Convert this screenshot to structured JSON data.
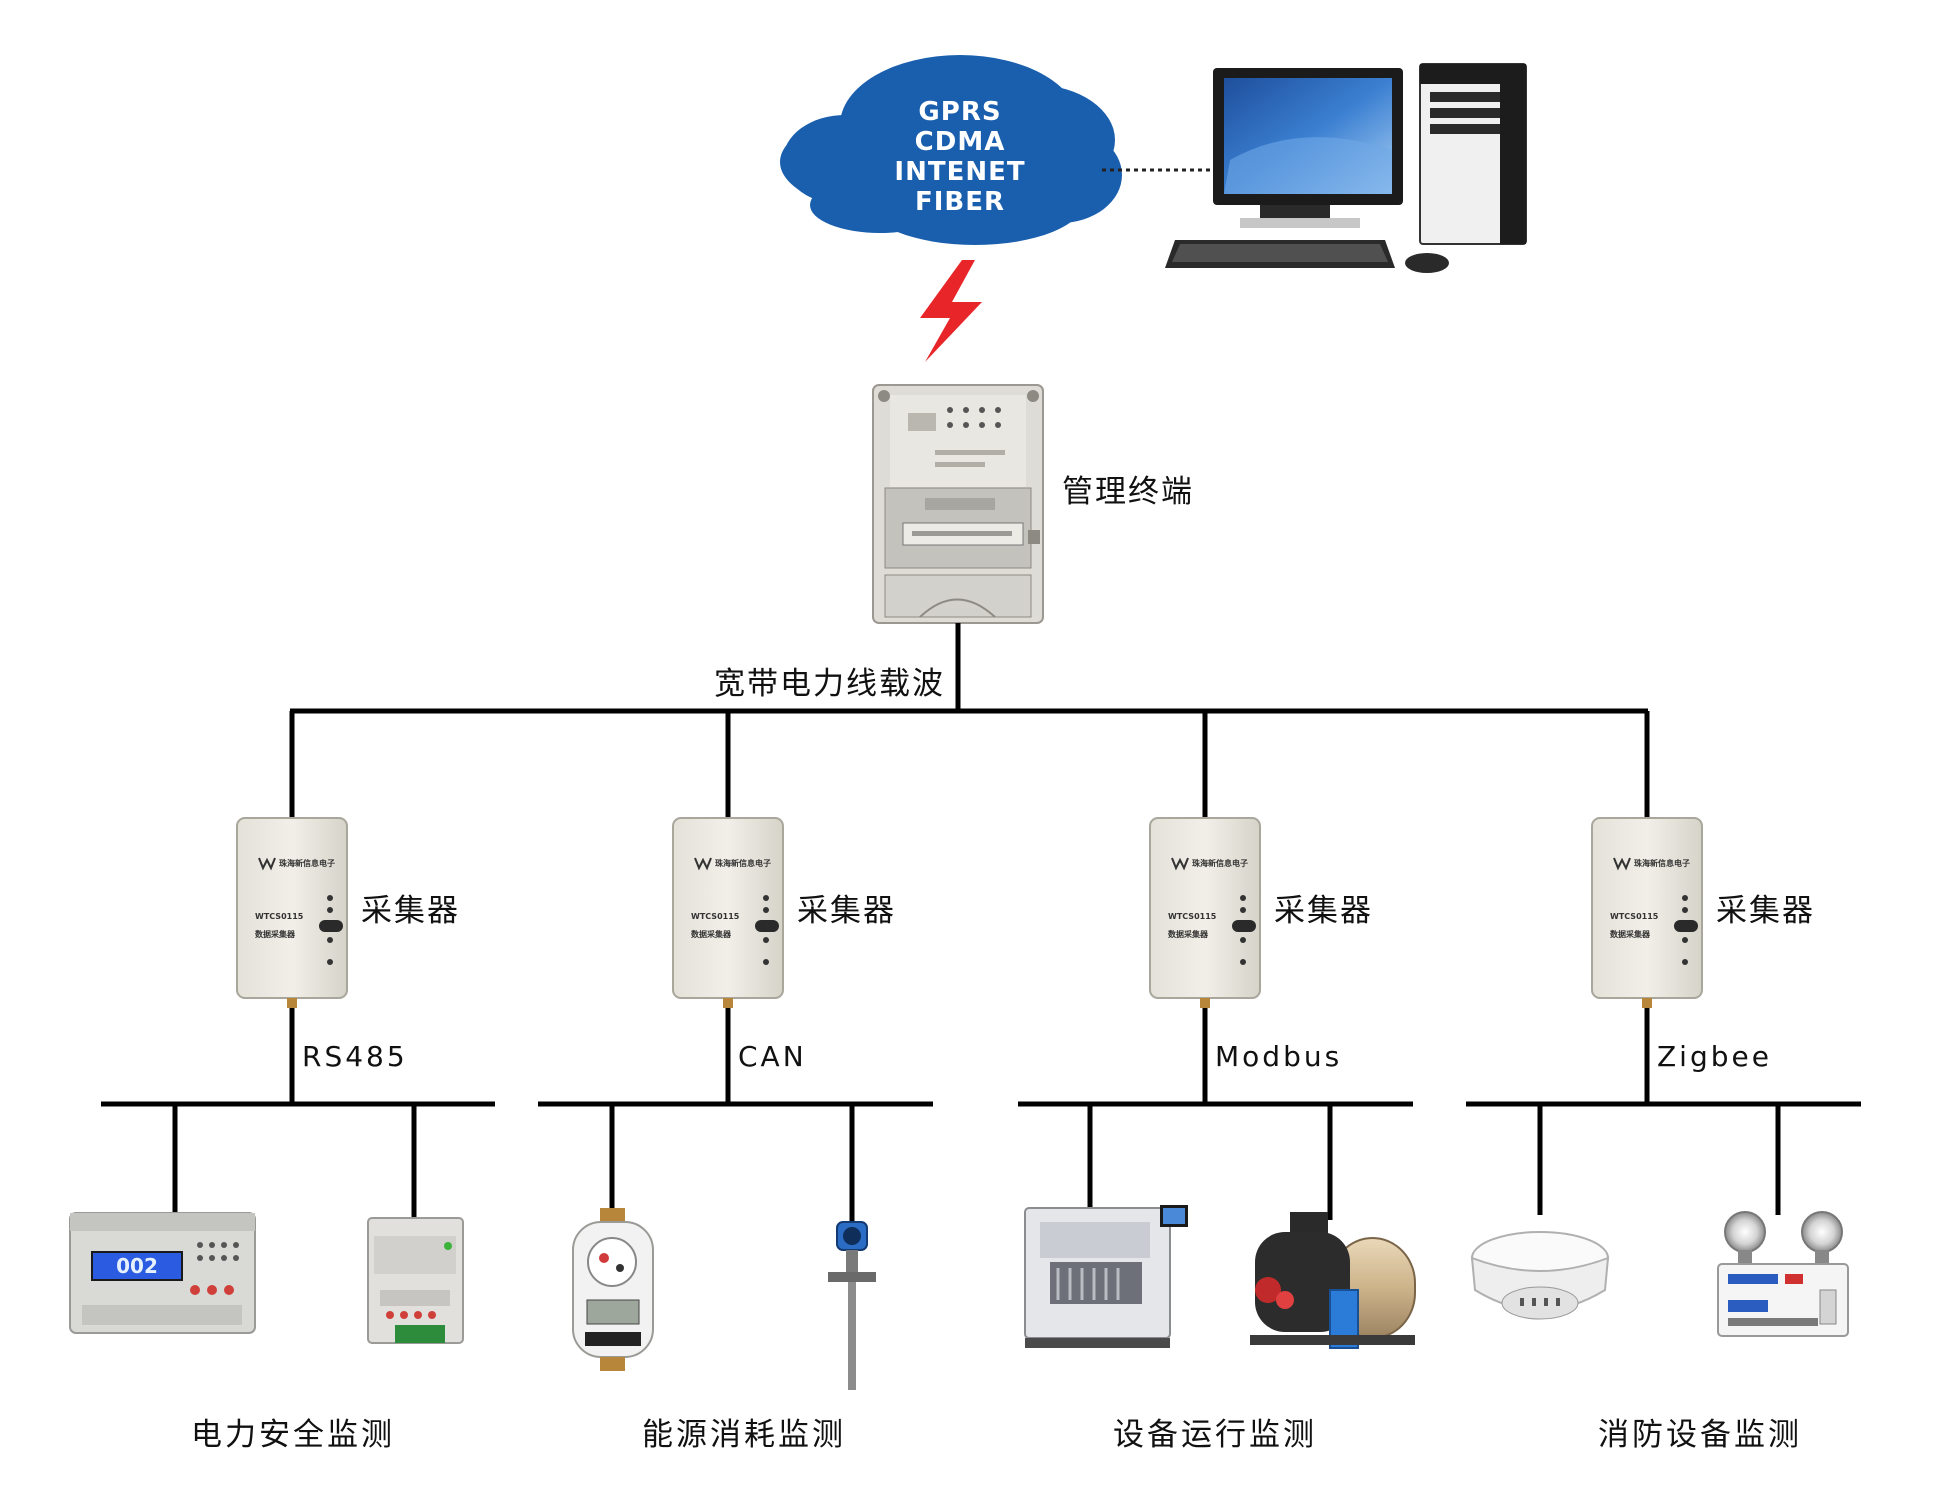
{
  "cloud": {
    "lines": [
      "GPRS",
      "CDMA",
      "INTENET",
      "FIBER"
    ]
  },
  "terminal": {
    "label": "管理终端",
    "trunk_label": "宽带电力线载波"
  },
  "collectors": [
    {
      "label": "采集器",
      "device_brand": "珠海新信息电子",
      "device_model": "WTCS0115",
      "device_name": "数据采集器",
      "bus_label": "RS485"
    },
    {
      "label": "采集器",
      "device_brand": "珠海新信息电子",
      "device_model": "WTCS0115",
      "device_name": "数据采集器",
      "bus_label": "CAN"
    },
    {
      "label": "采集器",
      "device_brand": "珠海新信息电子",
      "device_model": "WTCS0115",
      "device_name": "数据采集器",
      "bus_label": "Modbus"
    },
    {
      "label": "采集器",
      "device_brand": "珠海新信息电子",
      "device_model": "WTCS0115",
      "device_name": "数据采集器",
      "bus_label": "Zigbee"
    }
  ],
  "groups": [
    {
      "caption": "电力安全监测"
    },
    {
      "caption": "能源消耗监测"
    },
    {
      "caption": "设备运行监测"
    },
    {
      "caption": "消防设备监测"
    }
  ],
  "meter": {
    "display_value": "002"
  },
  "colors": {
    "cloud": "#1a5fae",
    "bolt": "#e8262a",
    "line": "#000000"
  }
}
